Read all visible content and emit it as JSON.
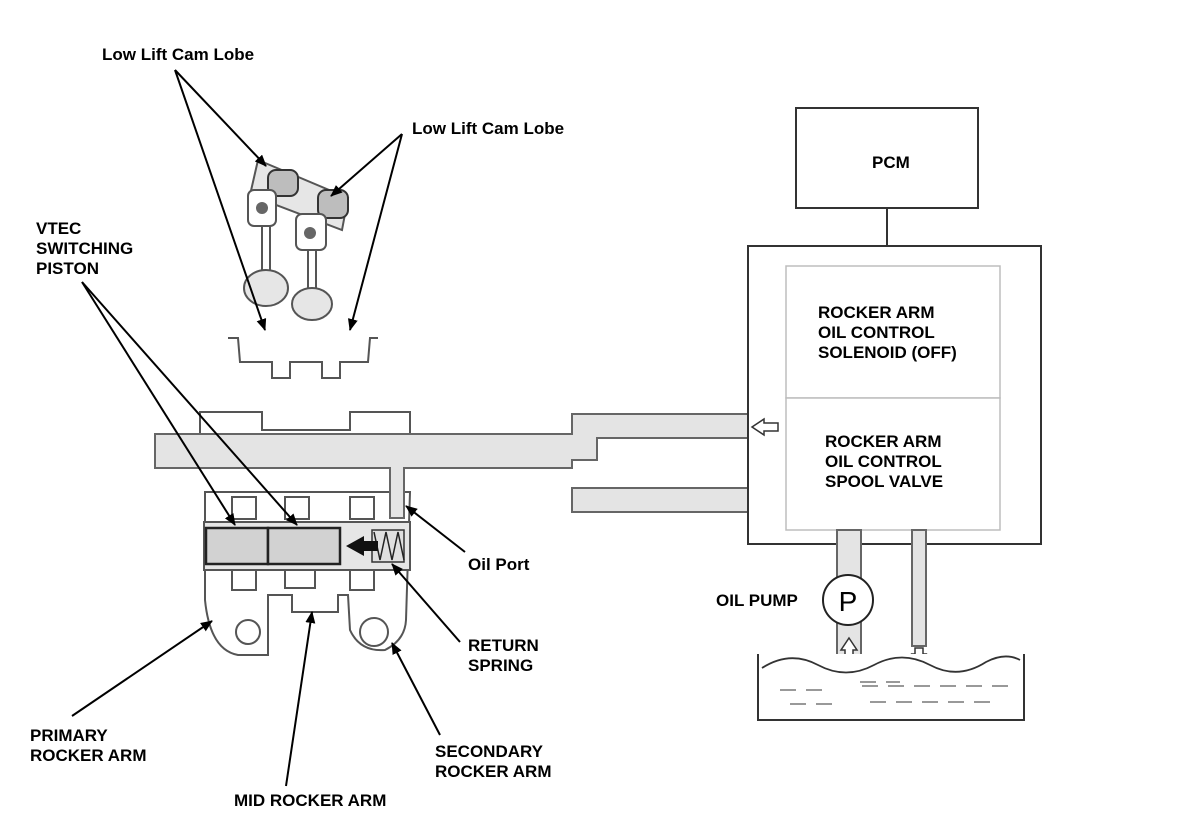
{
  "labels": {
    "low_lift_cam_lobe_1": "Low Lift Cam Lobe",
    "low_lift_cam_lobe_2": "Low Lift Cam Lobe",
    "vtec_piston_l1": "VTEC",
    "vtec_piston_l2": "SWITCHING",
    "vtec_piston_l3": "PISTON",
    "pcm": "PCM",
    "solenoid_l1": "ROCKER ARM",
    "solenoid_l2": "OIL CONTROL",
    "solenoid_l3": "SOLENOID (OFF)",
    "spool_l1": "ROCKER ARM",
    "spool_l2": "OIL CONTROL",
    "spool_l3": "SPOOL VALVE",
    "oil_port": "Oil Port",
    "oil_pump": "OIL PUMP",
    "pump_symbol": "P",
    "return_spring_l1": "RETURN",
    "return_spring_l2": "SPRING",
    "primary_l1": "PRIMARY",
    "primary_l2": "ROCKER ARM",
    "secondary_l1": "SECONDARY",
    "secondary_l2": "ROCKER ARM",
    "mid_rocker_arm": "MID ROCKER ARM"
  }
}
